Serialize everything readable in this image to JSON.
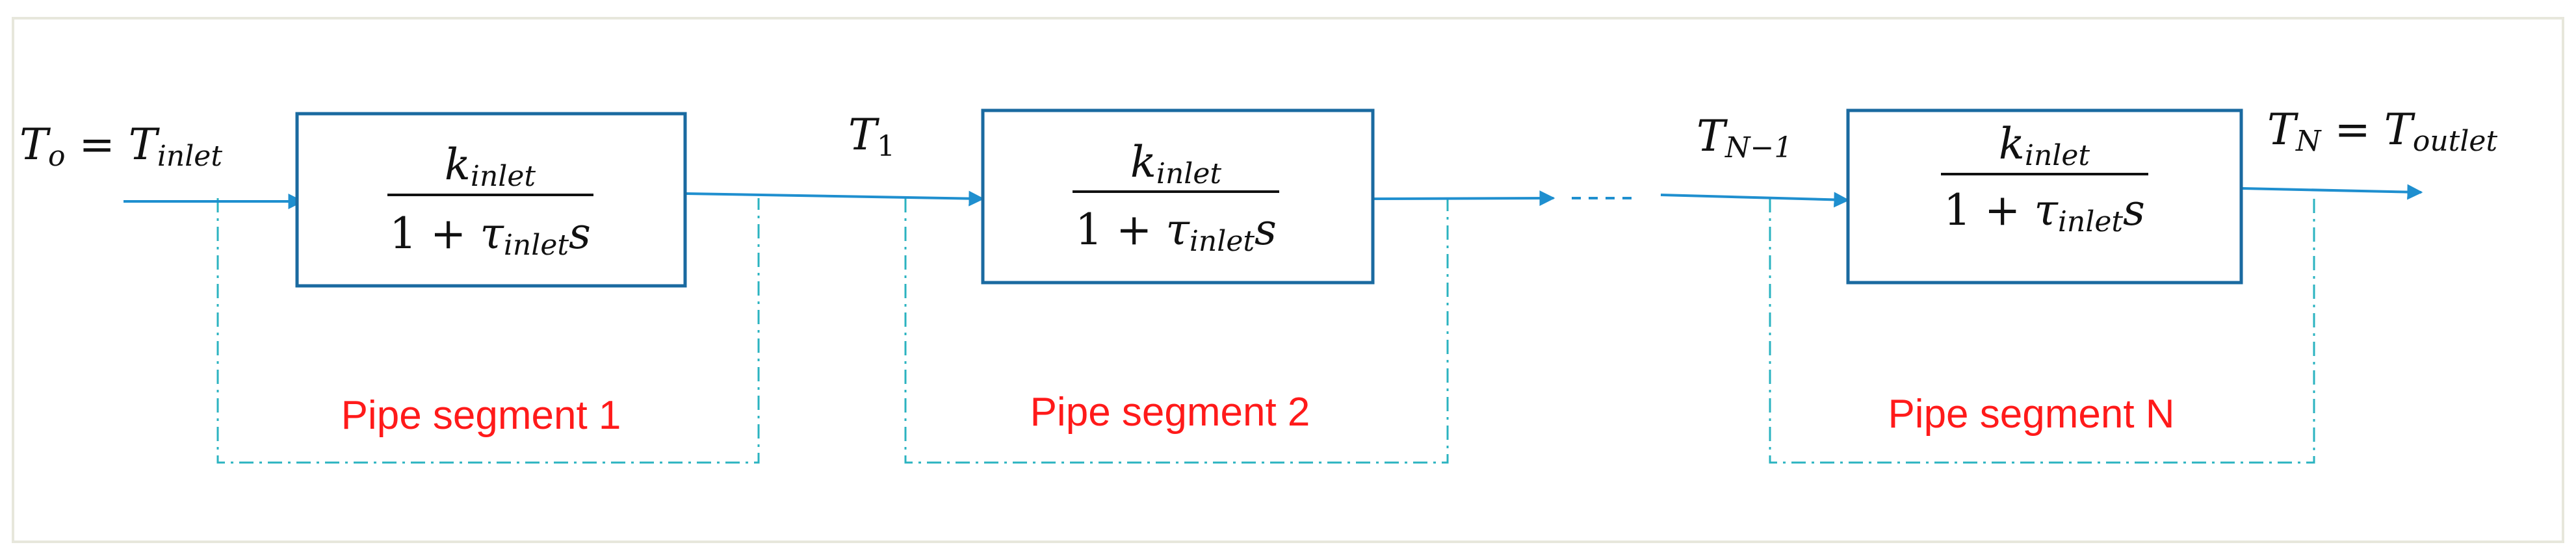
{
  "diagram": {
    "colors": {
      "line": "#1f8fcf",
      "box": "#1a6aa0",
      "dash": "#2bb3c0",
      "label": "#ff1a1a",
      "frame": "#e7e7dc"
    },
    "input": {
      "sym": "T",
      "sub": "o",
      "eq": " = ",
      "rsym": "T",
      "rsub": "inlet"
    },
    "signals": [
      {
        "sym": "T",
        "sub": "1"
      },
      {
        "sym": "T",
        "sub": "N−1"
      }
    ],
    "output": {
      "sym": "T",
      "sub": "N",
      "eq": " = ",
      "rsym": "T",
      "rsub": "outlet"
    },
    "blocks": [
      {
        "num_sym": "k",
        "num_sub": "inlet",
        "den_const": "1 + ",
        "den_sym": "τ",
        "den_sub": "inlet",
        "den_var": "s",
        "segment": "Pipe segment 1"
      },
      {
        "num_sym": "k",
        "num_sub": "inlet",
        "den_const": "1 + ",
        "den_sym": "τ",
        "den_sub": "inlet",
        "den_var": "s",
        "segment": "Pipe segment 2"
      },
      {
        "num_sym": "k",
        "num_sub": "inlet",
        "den_const": "1 + ",
        "den_sym": "τ",
        "den_sub": "inlet",
        "den_var": "s",
        "segment": "Pipe segment N"
      }
    ]
  }
}
